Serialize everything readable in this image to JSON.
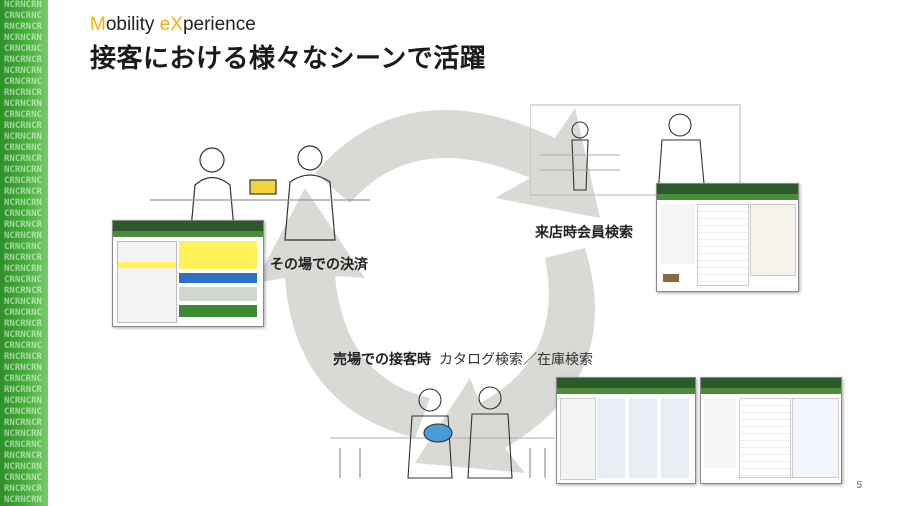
{
  "brand": {
    "m": "M",
    "text1": "obility ",
    "x": "eX",
    "text2": "perience"
  },
  "title": "接客における様々なシーンで活躍",
  "scenes": {
    "checkout": "その場での決済",
    "member_search": "来店時会員検索",
    "floor_main": "売場での接客時",
    "floor_sub": "カタログ検索／在庫検索"
  },
  "page_number": "5",
  "colors": {
    "accent_green": "#3a8a2e",
    "accent_yellow": "#f2b200",
    "cycle_gray": "#d9d9d6"
  }
}
